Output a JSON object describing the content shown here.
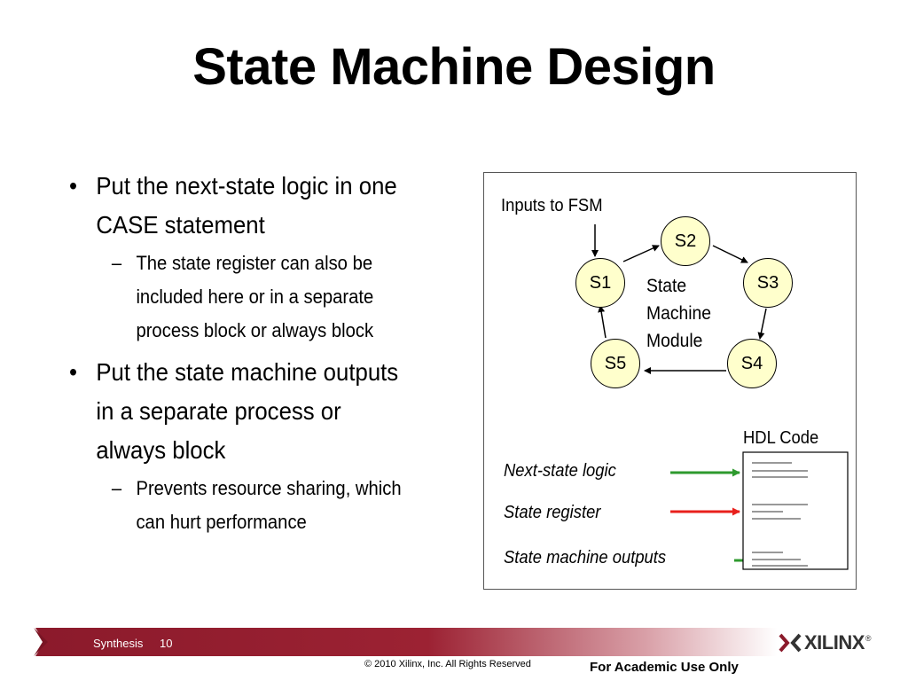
{
  "title": "State Machine Design",
  "bullets": [
    {
      "text": "Put the next-state logic in one CASE statement",
      "sub": [
        "The state register can also be included here or in a separate process block or always block"
      ]
    },
    {
      "text": "Put the state machine outputs in a separate process or always block",
      "sub": [
        "Prevents resource sharing, which can hurt performance"
      ]
    }
  ],
  "figure": {
    "inputs_label": "Inputs to FSM",
    "states": [
      "S1",
      "S2",
      "S3",
      "S4",
      "S5"
    ],
    "module_label": [
      "State",
      "Machine",
      "Module"
    ],
    "hdl_label": "HDL Code",
    "legend": [
      {
        "label": "Next-state logic",
        "color": "#2e9a2e"
      },
      {
        "label": "State register",
        "color": "#e8201c"
      },
      {
        "label": "State machine outputs",
        "color": "#2e9a2e"
      }
    ]
  },
  "footer": {
    "section": "Synthesis",
    "page": "10",
    "copyright": "© 2010 Xilinx, Inc. All Rights Reserved",
    "academic": "For Academic Use Only",
    "logo_text": "XILINX",
    "logo_mark": "®",
    "bar_color": "#8b1a2b"
  }
}
